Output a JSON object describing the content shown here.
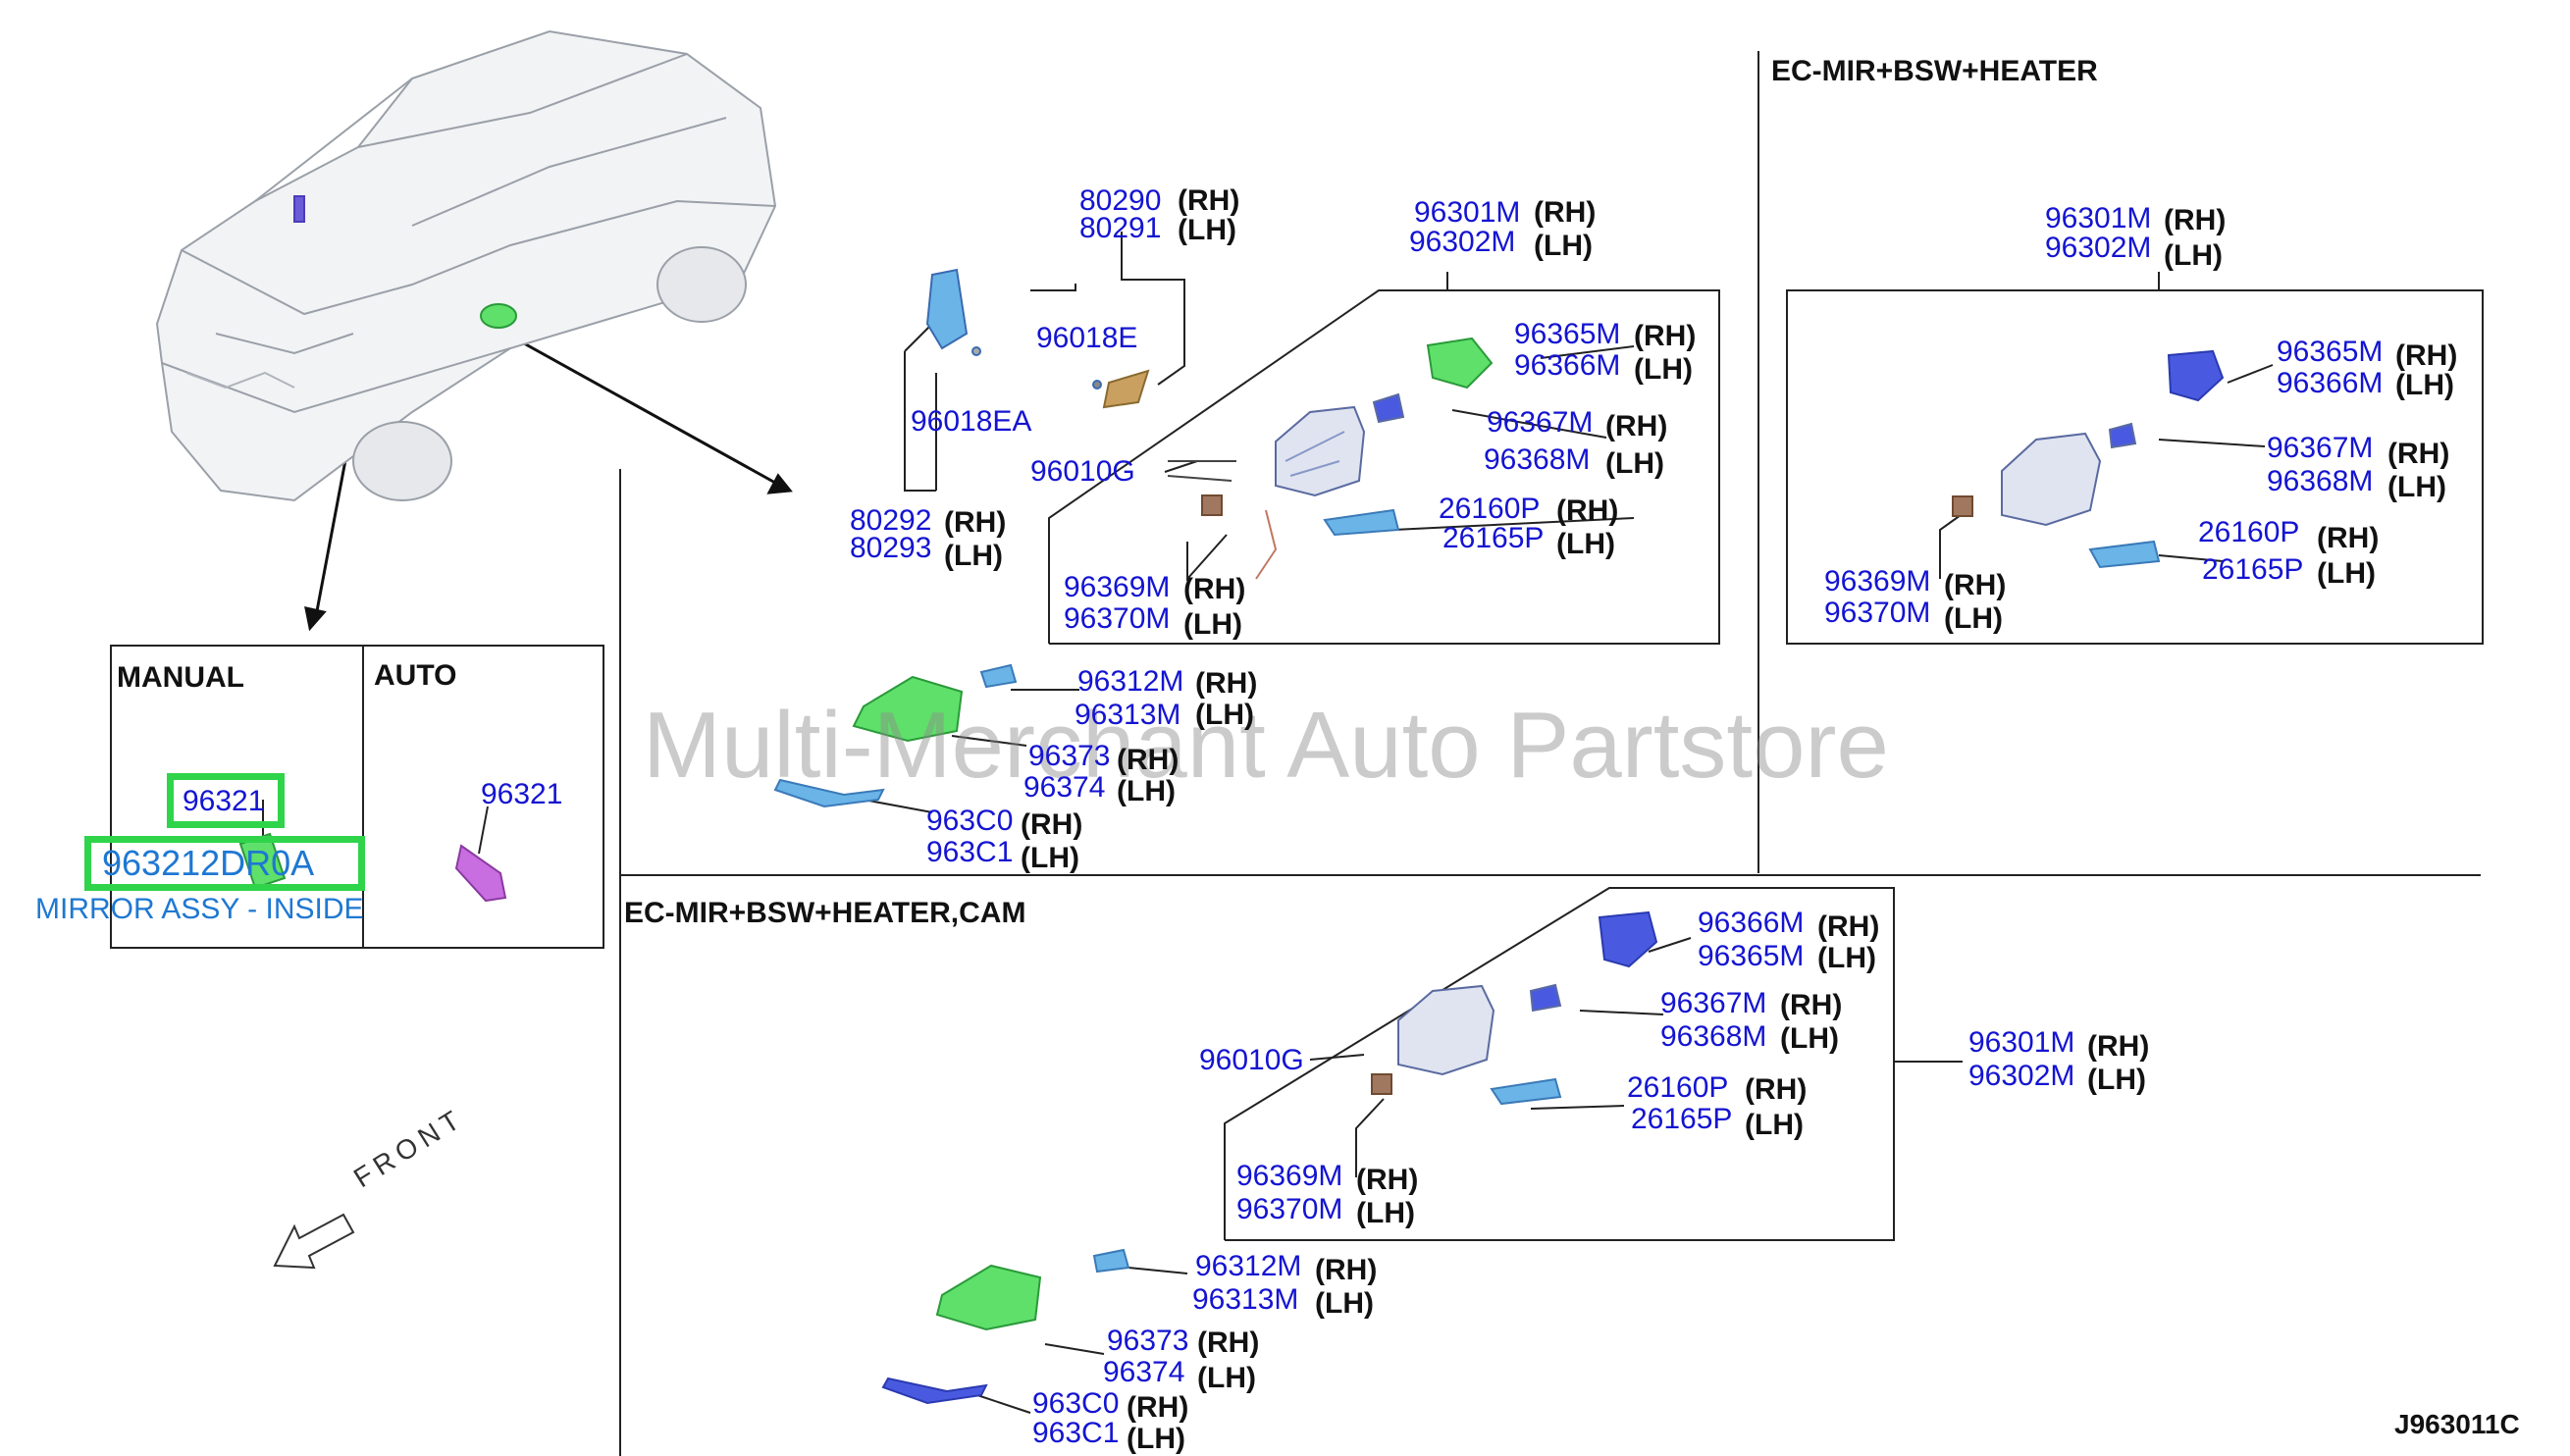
{
  "watermark": "Multi-Merchant Auto Partstore",
  "diagram_code": "J963011C",
  "headings": {
    "bsw_heater": "EC-MIR+BSW+HEATER",
    "bsw_heater_cam": "EC-MIR+BSW+HEATER,CAM",
    "manual": "MANUAL",
    "auto": "AUTO",
    "front": "FRONT"
  },
  "inside_mirror": {
    "part_manual": "96321",
    "highlight_part_number": "963212DR0A",
    "highlight_description": "MIRROR ASSY - INSIDE",
    "part_auto": "96321"
  },
  "sides": {
    "rh": "(RH)",
    "lh": "(LH)"
  },
  "main_group": {
    "p80290": "80290",
    "p80291": "80291",
    "p96018e": "96018E",
    "p96018ea": "96018EA",
    "p80292": "80292",
    "p80293": "80293",
    "p96010g": "96010G",
    "p96301m": "96301M",
    "p96302m": "96302M",
    "p96365m": "96365M",
    "p96366m": "96366M",
    "p96367m": "96367M",
    "p96368m": "96368M",
    "p26160p": "26160P",
    "p26165p": "26165P",
    "p96369m": "96369M",
    "p96370m": "96370M",
    "p96312m": "96312M",
    "p96313m": "96313M",
    "p96373": "96373",
    "p96374": "96374",
    "p963c0": "963C0",
    "p963c1": "963C1"
  },
  "bsw_group": {
    "p96301m": "96301M",
    "p96302m": "96302M",
    "p96365m": "96365M",
    "p96366m": "96366M",
    "p96367m": "96367M",
    "p96368m": "96368M",
    "p26160p": "26160P",
    "p26165p": "26165P",
    "p96369m": "96369M",
    "p96370m": "96370M"
  },
  "cam_group": {
    "p96366m": "96366M",
    "p96365m": "96365M",
    "p96367m": "96367M",
    "p96368m": "96368M",
    "p96010g": "96010G",
    "p26160p": "26160P",
    "p26165p": "26165P",
    "p96301m": "96301M",
    "p96302m": "96302M",
    "p96369m": "96369M",
    "p96370m": "96370M",
    "p96312m": "96312M",
    "p96313m": "96313M",
    "p96373": "96373",
    "p96374": "96374",
    "p963c0": "963C0",
    "p963c1": "963C1"
  },
  "colors": {
    "part_number": "#1414d2",
    "highlight": "#2fd44a",
    "highlight_text": "#1e78d2",
    "cover_green": "#5fe06a",
    "turn_signal_blue": "#6ab4e8",
    "glass_purple": "#4a5ae0",
    "inside_mirror_auto": "#c86ee0"
  },
  "icons": [
    "vehicle-illustration",
    "mirror-assembly-illustration",
    "front-arrow-icon"
  ]
}
